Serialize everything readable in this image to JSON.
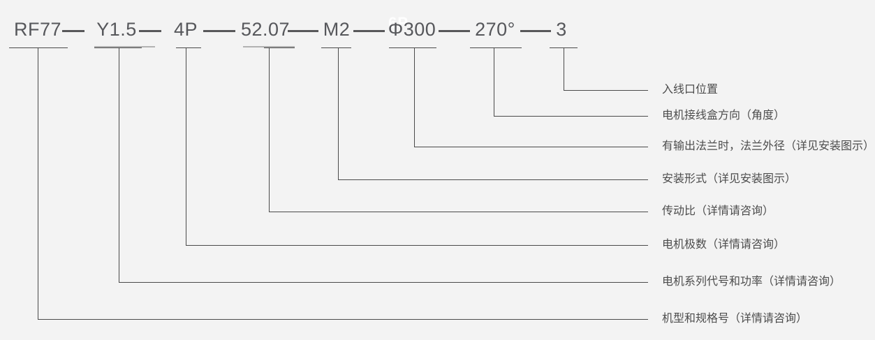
{
  "diagram": {
    "type": "model-number-nomenclature",
    "separator": "——",
    "watermark": "6P",
    "colors": {
      "background": "#f3f3f3",
      "line": "#4a4a4a",
      "light_line": "#b2b2b2",
      "code_text": "#56575b",
      "label_text": "#4c4c4c",
      "watermark_text": "#ffffff"
    },
    "full_code": "RF77 —— Y1.5 —— 4P —— 52.07 —— M2 —— Φ300 —— 270° —— 3",
    "segments": [
      {
        "code": "RF77",
        "meaning": "机型和规格号（详情请咨询）"
      },
      {
        "code": "Y1.5",
        "meaning": "电机系列代号和功率（详情请咨询）"
      },
      {
        "code": "4P",
        "meaning": "电机极数（详情请咨询）"
      },
      {
        "code": "52.07",
        "meaning": "传动比（详情请咨询）"
      },
      {
        "code": "M2",
        "meaning": "安装形式（详见安装图示）"
      },
      {
        "code": "Φ300",
        "meaning": "有输出法兰时，法兰外径（详见安装图示）"
      },
      {
        "code": "270°",
        "meaning": "电机接线盒方向（角度）"
      },
      {
        "code": "3",
        "meaning": "入线口位置"
      }
    ]
  }
}
